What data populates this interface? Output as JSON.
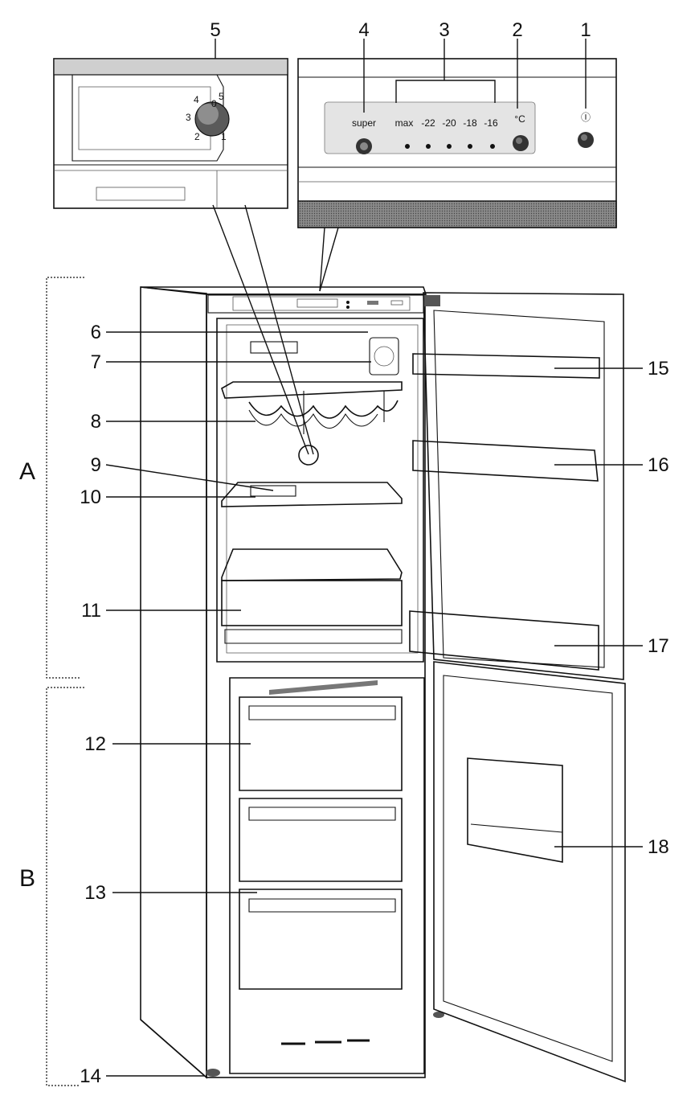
{
  "callouts": {
    "c1": "1",
    "c2": "2",
    "c3": "3",
    "c4": "4",
    "c5": "5",
    "c6": "6",
    "c7": "7",
    "c8": "8",
    "c9": "9",
    "c10": "10",
    "c11": "11",
    "c12": "12",
    "c13": "13",
    "c14": "14",
    "c15": "15",
    "c16": "16",
    "c17": "17",
    "c18": "18"
  },
  "sections": {
    "a": "A",
    "b": "B"
  },
  "control_panel": {
    "super_label": "super",
    "temp_labels": [
      "max",
      "-22",
      "-20",
      "-18",
      "-16"
    ],
    "unit_label": "°C",
    "power_symbol": "Ⓘ"
  },
  "dial": {
    "marks": [
      "4",
      "5",
      "3",
      "0",
      "2",
      "1"
    ]
  },
  "colors": {
    "ink": "#111111",
    "shade": "#d8d8d8",
    "dark_shade": "#6e6e6e"
  }
}
